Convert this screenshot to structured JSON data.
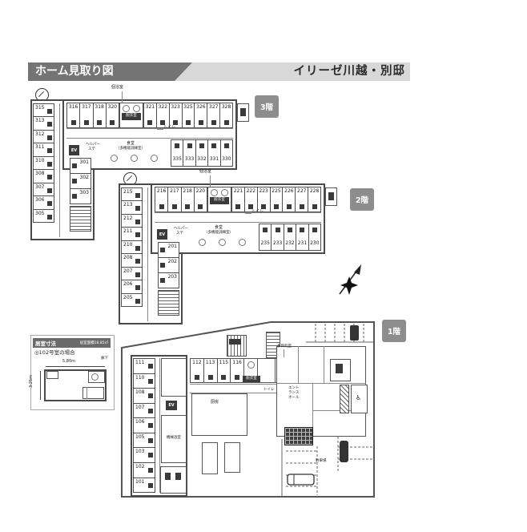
{
  "header": {
    "title": "ホーム見取り図",
    "building_name": "イリーゼ川越・別邸",
    "bar_color": "#d8d8d8",
    "banner_color": "#747474",
    "badge_color": "#8d8d8d"
  },
  "floors": {
    "f3": {
      "badge": "3階",
      "left_rooms": [
        "315",
        "313",
        "312",
        "311",
        "310",
        "308",
        "307",
        "306",
        "305"
      ],
      "inner_rooms": [
        "301",
        "302",
        "303"
      ],
      "top_left_rooms": [
        "316",
        "317",
        "318",
        "320"
      ],
      "top_right_rooms": [
        "321",
        "322",
        "323",
        "325",
        "326",
        "327",
        "328"
      ],
      "mid_rooms": [
        "335",
        "333",
        "332",
        "331",
        "330"
      ],
      "labels": {
        "bath": "個浴室",
        "dressing": "脱衣室",
        "toilet": "トイレ",
        "helper1": "ヘルパー",
        "helper2": "ステ",
        "ev": "EV",
        "dining1": "食堂",
        "dining2": "（多機能訓練室）"
      }
    },
    "f2": {
      "badge": "2階",
      "left_rooms": [
        "215",
        "213",
        "212",
        "211",
        "210",
        "208",
        "207",
        "206",
        "205"
      ],
      "inner_rooms": [
        "201",
        "202",
        "203"
      ],
      "top_left_rooms": [
        "216",
        "217",
        "218",
        "220"
      ],
      "top_right_rooms": [
        "221",
        "222",
        "223",
        "225",
        "226",
        "227",
        "228"
      ],
      "mid_rooms": [
        "235",
        "233",
        "232",
        "231",
        "230"
      ],
      "labels": {
        "bath": "個浴室",
        "dressing": "脱衣室",
        "toilet": "トイレ",
        "helper1": "ヘルパー",
        "helper2": "ステ",
        "ev": "EV",
        "dining1": "食堂",
        "dining2": "（多機能訓練室）"
      }
    },
    "f1": {
      "badge": "1階",
      "left_rooms": [
        "111",
        "110",
        "108",
        "107",
        "106",
        "105",
        "103",
        "102",
        "101"
      ],
      "top_rooms": [
        "112",
        "113",
        "115",
        "116"
      ],
      "labels": {
        "multipurpose": "多目的室",
        "dressing": "脱衣室",
        "toilet": "トイレ",
        "ent1": "エント",
        "ent2": "ランス",
        "ent3": "ホール",
        "kitchen": "厨房",
        "machine_bath": "機械浴室",
        "parking": "駐車場",
        "ev": "EV",
        "accessible": "♿"
      }
    }
  },
  "dimension_box": {
    "title": "居室寸法",
    "area_note": "居室面積18.85㎡",
    "case_note": "◎102号室の場合",
    "corridor": "廊下",
    "width_label": "5.80m",
    "height_label": "3.25m"
  }
}
